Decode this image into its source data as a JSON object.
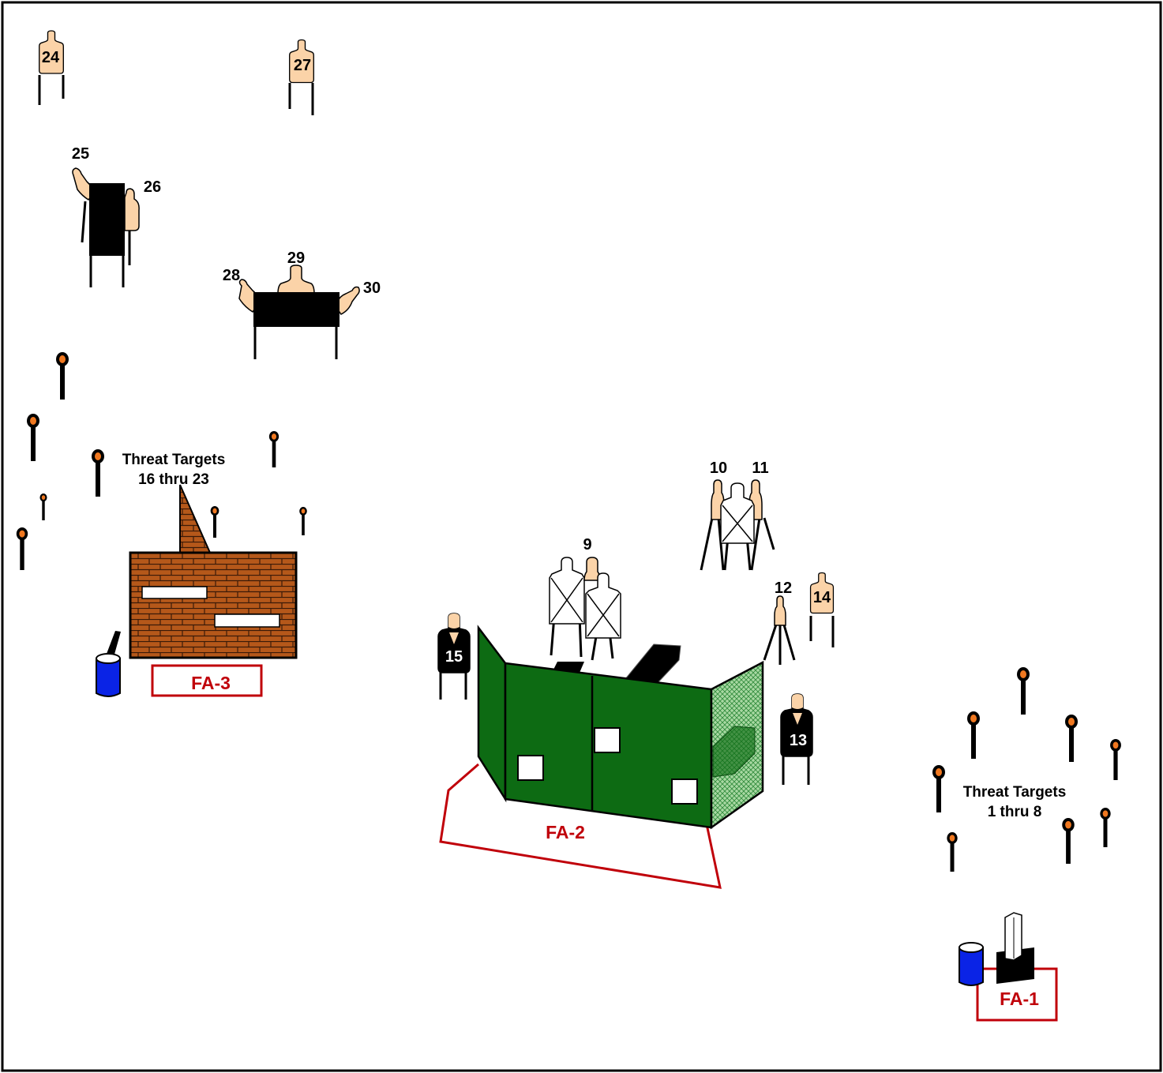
{
  "colors": {
    "skin": "#fbd3a8",
    "black": "#000000",
    "wall_green": "#0d6b13",
    "screen_green": "#a8d8a2",
    "brick": "#b5581a",
    "brick_mortar": "#3a1a08",
    "fa_red": "#c0000a",
    "barrel_blue": "#0a23e6",
    "popup_orange": "#f07820"
  },
  "labels": {
    "t24": "24",
    "t27": "27",
    "t25": "25",
    "t26": "26",
    "t28": "28",
    "t29": "29",
    "t30": "30",
    "t9": "9",
    "t10": "10",
    "t11": "11",
    "t12": "12",
    "t13": "13",
    "t14": "14",
    "t15": "15",
    "threat_16_23_line1": "Threat Targets",
    "threat_16_23_line2": "16 thru 23",
    "threat_1_8_line1": "Threat Targets",
    "threat_1_8_line2": "1 thru 8",
    "fa1": "FA-1",
    "fa2": "FA-2",
    "fa3": "FA-3"
  },
  "icons": {
    "silhouette": "person-silhouette-target-icon",
    "popup": "popup-threat-target-icon",
    "barrel": "barrel-icon",
    "bunker": "brick-bunker-icon",
    "wall": "green-wall-icon"
  }
}
